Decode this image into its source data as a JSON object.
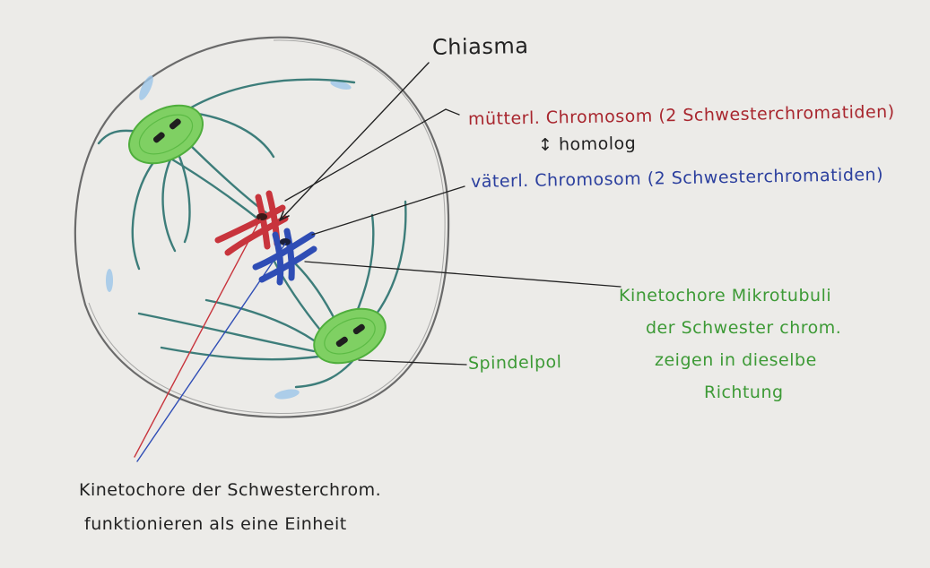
{
  "labels": {
    "chiasma": "Chiasma",
    "maternal": "mütterl. Chromosom (2 Schwesterchromatiden)",
    "homolog": "↕ homolog",
    "paternal": "väterl. Chromosom (2 Schwesterchromatiden)",
    "kinetochore_mt": [
      "Kinetochore Mikrotubuli",
      "der Schwester chrom.",
      "zeigen in dieselbe",
      "Richtung"
    ],
    "spindle_pole": "Spindelpol",
    "kinetochore_unit": [
      "Kinetochore der Schwesterchrom.",
      "funktionieren als eine Einheit"
    ]
  },
  "colors": {
    "paper": "#ecebe8",
    "cell_outline": "#6a6a6a",
    "microtubule": "#3d7d7a",
    "centrosome_green": "#7fd063",
    "maternal_red": "#c8343c",
    "paternal_blue": "#2f4db5",
    "maternal_text": "#a8262e",
    "paternal_text": "#2b3f9e",
    "black_text": "#222222",
    "green_text": "#3d9a36",
    "patch_blue": "#9cc6e8"
  }
}
